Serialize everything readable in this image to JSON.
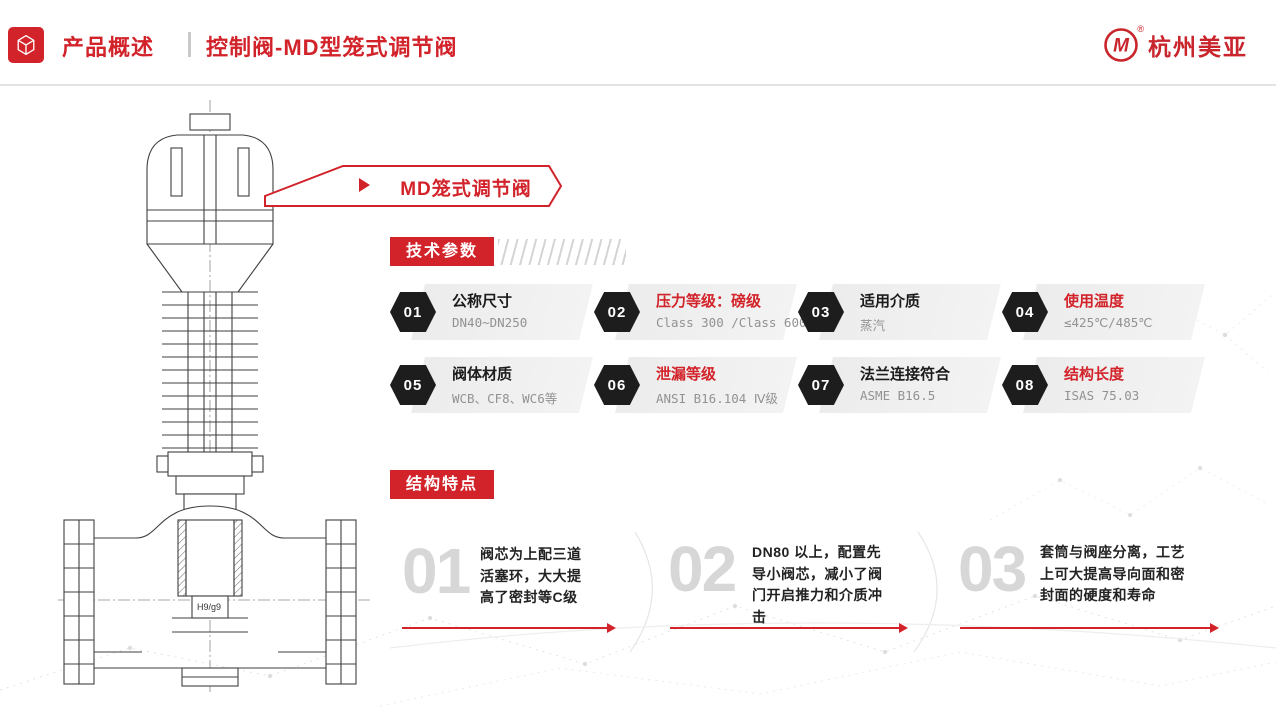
{
  "header": {
    "title": "产品概述",
    "subtitle": "控制阀-MD型笼式调节阀",
    "brand": "杭州美亚",
    "logo_letter": "M",
    "reg_mark": "®"
  },
  "ribbon": {
    "label": "MD笼式调节阀"
  },
  "drawing": {
    "annotation": "H9/g9"
  },
  "tech_params": {
    "section_title": "技术参数",
    "items": [
      {
        "no": "01",
        "title": "公称尺寸",
        "value": "DN40~DN250"
      },
      {
        "no": "02",
        "title": "压力等级：磅级",
        "value": "Class 300 /Class 600"
      },
      {
        "no": "03",
        "title": "适用介质",
        "value": "蒸汽"
      },
      {
        "no": "04",
        "title": "使用温度",
        "value": "≤425℃/485℃"
      },
      {
        "no": "05",
        "title": "阀体材质",
        "value": "WCB、CF8、WC6等"
      },
      {
        "no": "06",
        "title": "泄漏等级",
        "value": "ANSI B16.104 Ⅳ级"
      },
      {
        "no": "07",
        "title": "法兰连接符合",
        "value": "ASME B16.5"
      },
      {
        "no": "08",
        "title": "结构长度",
        "value": "ISAS 75.03"
      }
    ]
  },
  "features": {
    "section_title": "结构特点",
    "items": [
      {
        "no": "01",
        "text": "阀芯为上配三道活塞环，大大提高了密封等C级"
      },
      {
        "no": "02",
        "text": "DN80 以上，配置先导小阀芯，减小了阀门开启推力和介质冲击"
      },
      {
        "no": "03",
        "text": "套筒与阀座分离，工艺上可大提高导向面和密封面的硬度和寿命"
      }
    ]
  },
  "icons": {
    "app": "cube-icon",
    "brand": "m-circle-logo",
    "ribbon_marker": "play-triangle-icon",
    "feature_arrow": "right-arrow-icon"
  },
  "colors": {
    "accent": "#d2232a",
    "badge_black": "#1d1d1d",
    "band_gray": "#efefef",
    "big_number_gray": "#d7d7d7"
  }
}
